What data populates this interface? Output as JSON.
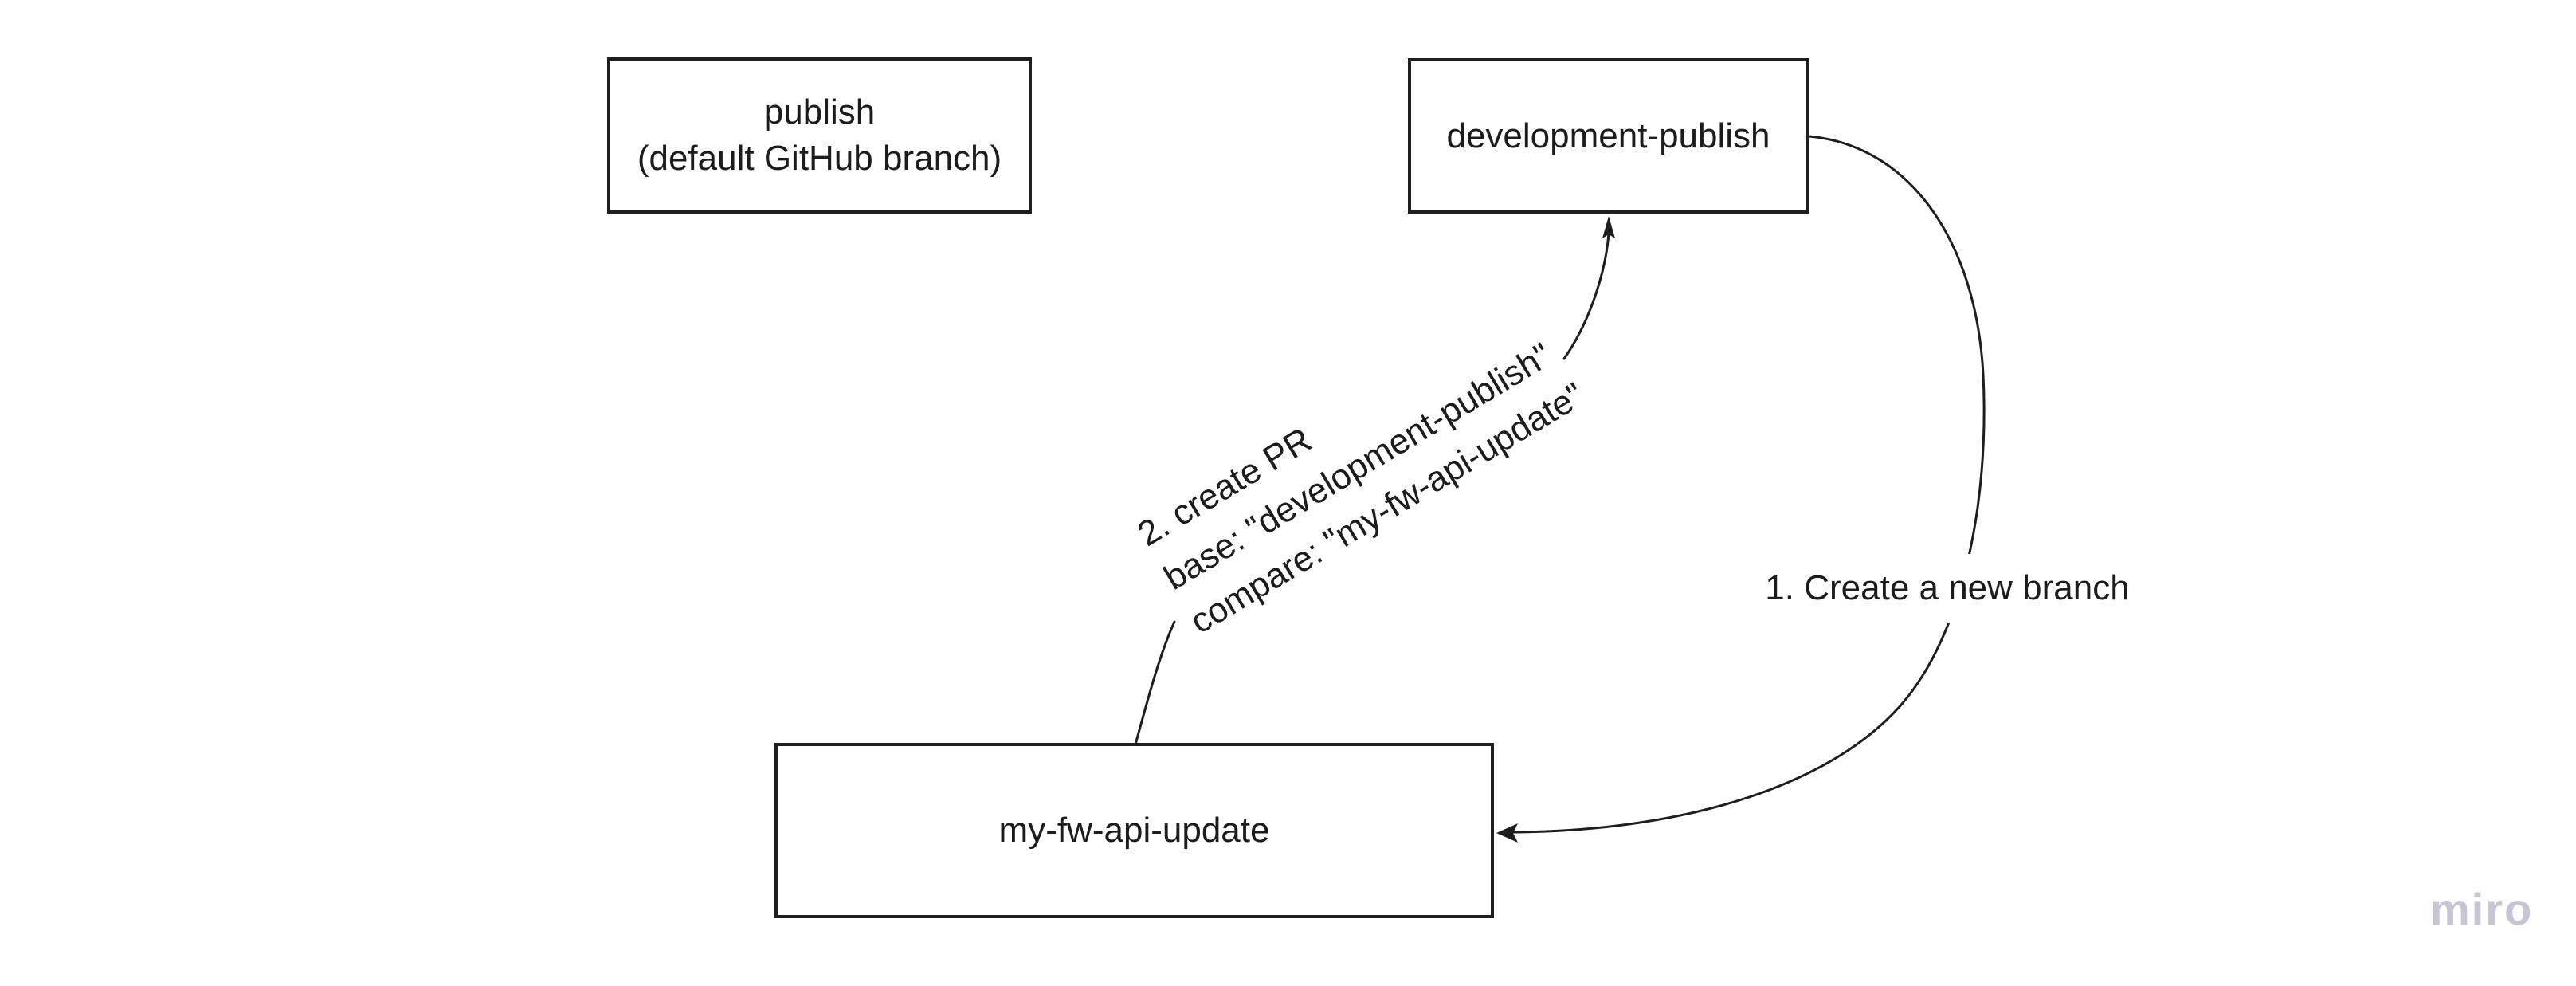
{
  "colors": {
    "stroke": "#1e1e1e",
    "text": "#1c1c1c",
    "node_fill": "#ffffff",
    "background": "#ffffff",
    "watermark": "#c6c5d3"
  },
  "nodes": [
    {
      "id": "publish",
      "lines": [
        "publish",
        "(default GitHub branch)"
      ]
    },
    {
      "id": "development-publish",
      "lines": [
        "development-publish"
      ]
    },
    {
      "id": "my-fw-api-update",
      "lines": [
        "my-fw-api-update"
      ]
    }
  ],
  "edges": [
    {
      "from": "development-publish",
      "to": "my-fw-api-update",
      "label": "1. Create a new branch"
    },
    {
      "from": "my-fw-api-update",
      "to": "development-publish",
      "label_lines": [
        "2. create PR",
        "base: \"development-publish\"",
        "compare: \"my-fw-api-update\""
      ]
    }
  ],
  "watermark": {
    "text": "miro"
  }
}
